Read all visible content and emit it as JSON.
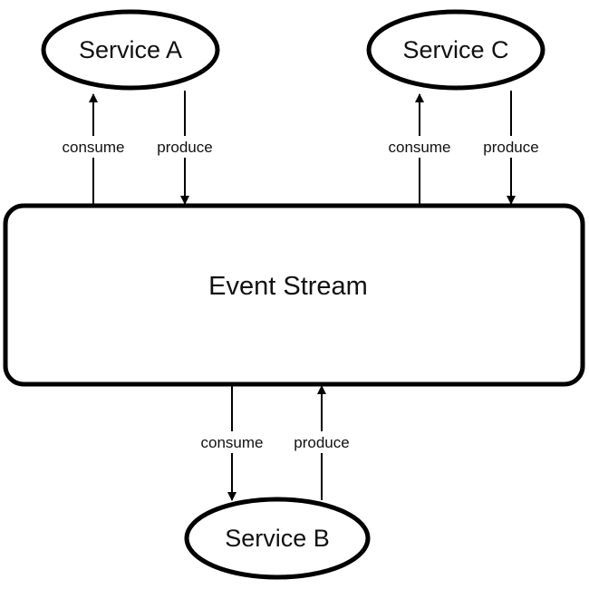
{
  "diagram": {
    "stream": {
      "label": "Event Stream"
    },
    "services": [
      {
        "id": "a",
        "label": "Service A"
      },
      {
        "id": "b",
        "label": "Service B"
      },
      {
        "id": "c",
        "label": "Service C"
      }
    ],
    "edges": [
      {
        "service": "a",
        "direction": "stream-to-service",
        "label": "consume"
      },
      {
        "service": "a",
        "direction": "service-to-stream",
        "label": "produce"
      },
      {
        "service": "c",
        "direction": "stream-to-service",
        "label": "consume"
      },
      {
        "service": "c",
        "direction": "service-to-stream",
        "label": "produce"
      },
      {
        "service": "b",
        "direction": "stream-to-service",
        "label": "consume"
      },
      {
        "service": "b",
        "direction": "service-to-stream",
        "label": "produce"
      }
    ]
  }
}
